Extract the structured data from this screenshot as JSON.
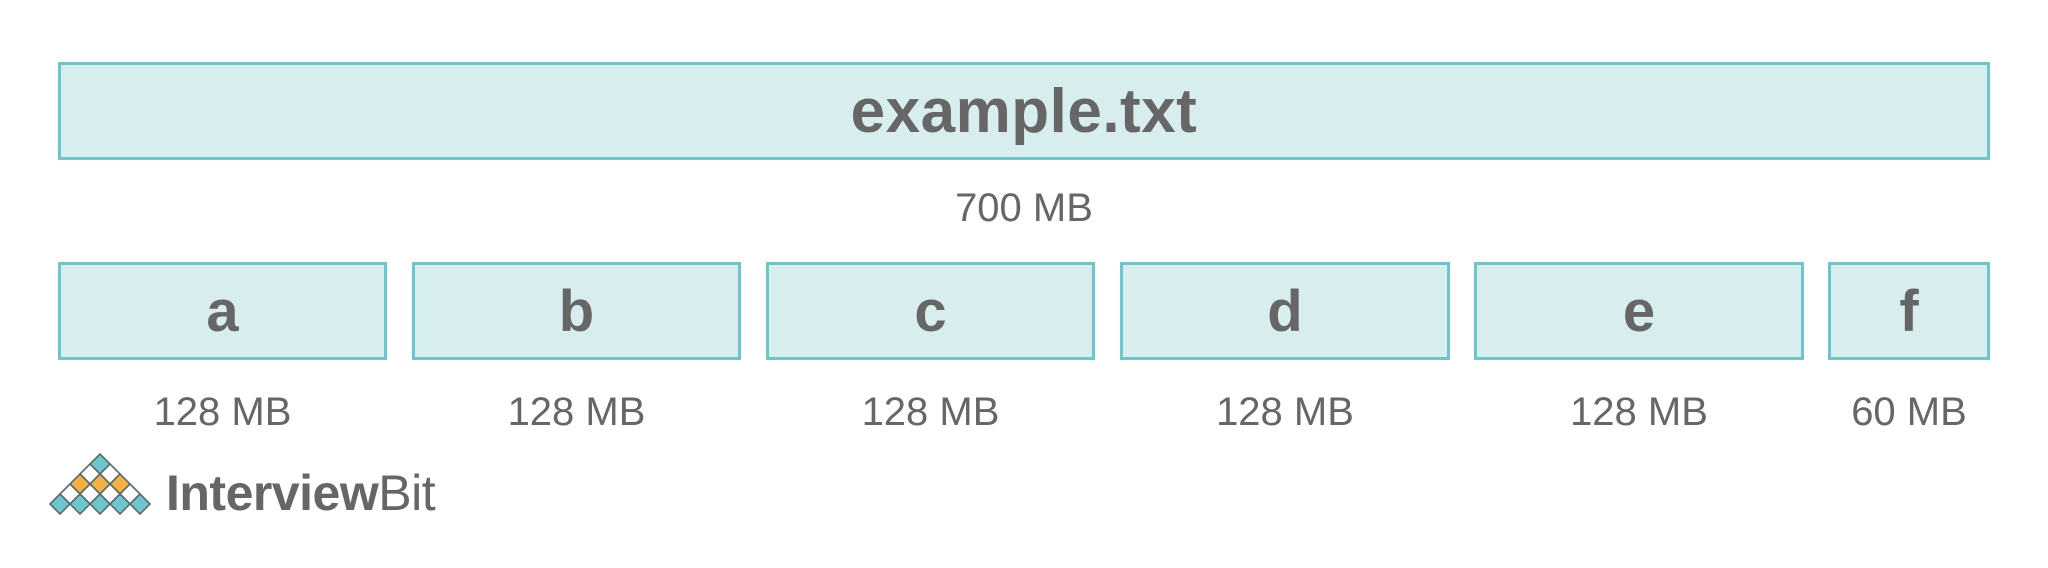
{
  "file": {
    "name": "example.txt",
    "size": "700 MB"
  },
  "blocks": [
    {
      "label": "a",
      "size": "128 MB"
    },
    {
      "label": "b",
      "size": "128 MB"
    },
    {
      "label": "c",
      "size": "128 MB"
    },
    {
      "label": "d",
      "size": "128 MB"
    },
    {
      "label": "e",
      "size": "128 MB"
    },
    {
      "label": "f",
      "size": "60 MB"
    }
  ],
  "logo": {
    "word_bold": "Interview",
    "word_light": "Bit"
  },
  "colors": {
    "box_fill": "#d8eded",
    "box_border": "#6cc7cd",
    "text": "#666666",
    "logo_teal": "#6cc7cd",
    "logo_orange": "#f5b041"
  }
}
